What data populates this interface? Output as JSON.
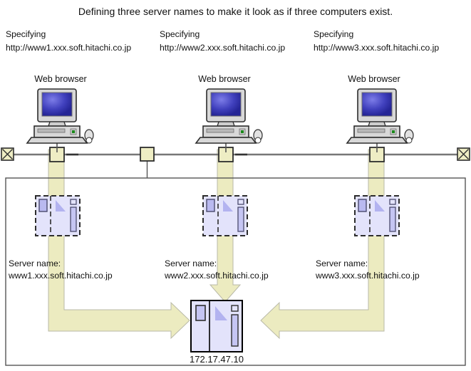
{
  "diagram": {
    "title": "Defining three server names to make it look as if three computers exist.",
    "physical_server": {
      "ip_label": "172.17.47.10",
      "name": "physical-server"
    },
    "network": {
      "terminator_left": "bus-terminator-left",
      "terminator_right": "bus-terminator-right",
      "connector_count": 4
    },
    "nodes": [
      {
        "specify_label": "Specifying",
        "specify_url": "http://www1.xxx.soft.hitachi.co.jp",
        "browser_caption": "Web browser",
        "server_name_label": "Server name:",
        "server_name_value": "www1.xxx.soft.hitachi.co.jp"
      },
      {
        "specify_label": "Specifying",
        "specify_url": "http://www2.xxx.soft.hitachi.co.jp",
        "browser_caption": "Web browser",
        "server_name_label": "Server name:",
        "server_name_value": "www2.xxx.soft.hitachi.co.jp"
      },
      {
        "specify_label": "Specifying",
        "specify_url": "http://www3.xxx.soft.hitachi.co.jp",
        "browser_caption": "Web browser",
        "server_name_label": "Server name:",
        "server_name_value": "www3.xxx.soft.hitachi.co.jp"
      }
    ],
    "colors": {
      "flow_fill": "#ecebc0",
      "flow_stroke": "#b9b9a8",
      "server_fill": "#e3e3fb",
      "server_accent": "#b3b3f0",
      "connector_fill": "#eeedc4",
      "outline": "#3c3c3c",
      "screen_blue": "#3f3fc0",
      "case_gray": "#d8d8d8",
      "background": "#ffffff"
    }
  }
}
